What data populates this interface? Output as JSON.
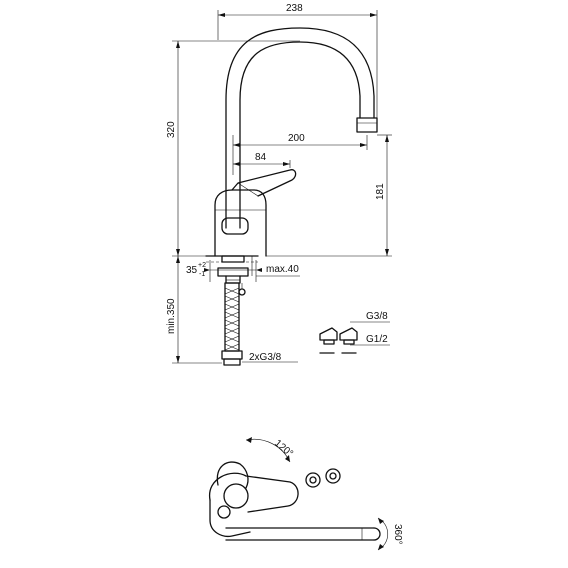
{
  "dimensions": {
    "overall_width": "238",
    "overall_height": "320",
    "spout_reach": "200",
    "lever_reach": "84",
    "spout_height": "181",
    "hole_diameter": "35",
    "hole_tolerance_upper": "+2",
    "hole_tolerance_lower": "-1",
    "deck_thickness": "max.40",
    "hose_length": "min.350",
    "hose_connection": "2xG3/8",
    "adapter_small": "G3/8",
    "adapter_large": "G1/2",
    "lever_rotation": "120°",
    "spout_rotation": "360°"
  }
}
